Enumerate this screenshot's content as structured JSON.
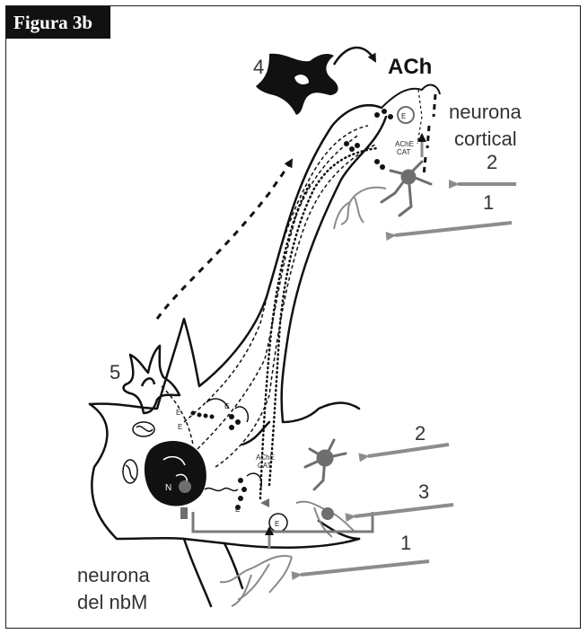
{
  "figure": {
    "title": "Figura 3b"
  },
  "labels": {
    "ach": "ACh",
    "cortical_neuron": [
      "neurona",
      "cortical"
    ],
    "nbm_neuron": [
      "neurona",
      "del nbM"
    ],
    "achecat_top": [
      "AChE",
      "CAT"
    ],
    "achecat_bottom": [
      "AChE",
      "CAT"
    ],
    "num_4": "4",
    "num_5": "5",
    "num_2_top": "2",
    "num_1_top": "1",
    "num_2_bottom": "2",
    "num_3_bottom": "3",
    "num_1_bottom": "1"
  },
  "colors": {
    "outline": "#111111",
    "gray_neuron": "#6e6e6e",
    "arrow": "#8c8c8c"
  }
}
